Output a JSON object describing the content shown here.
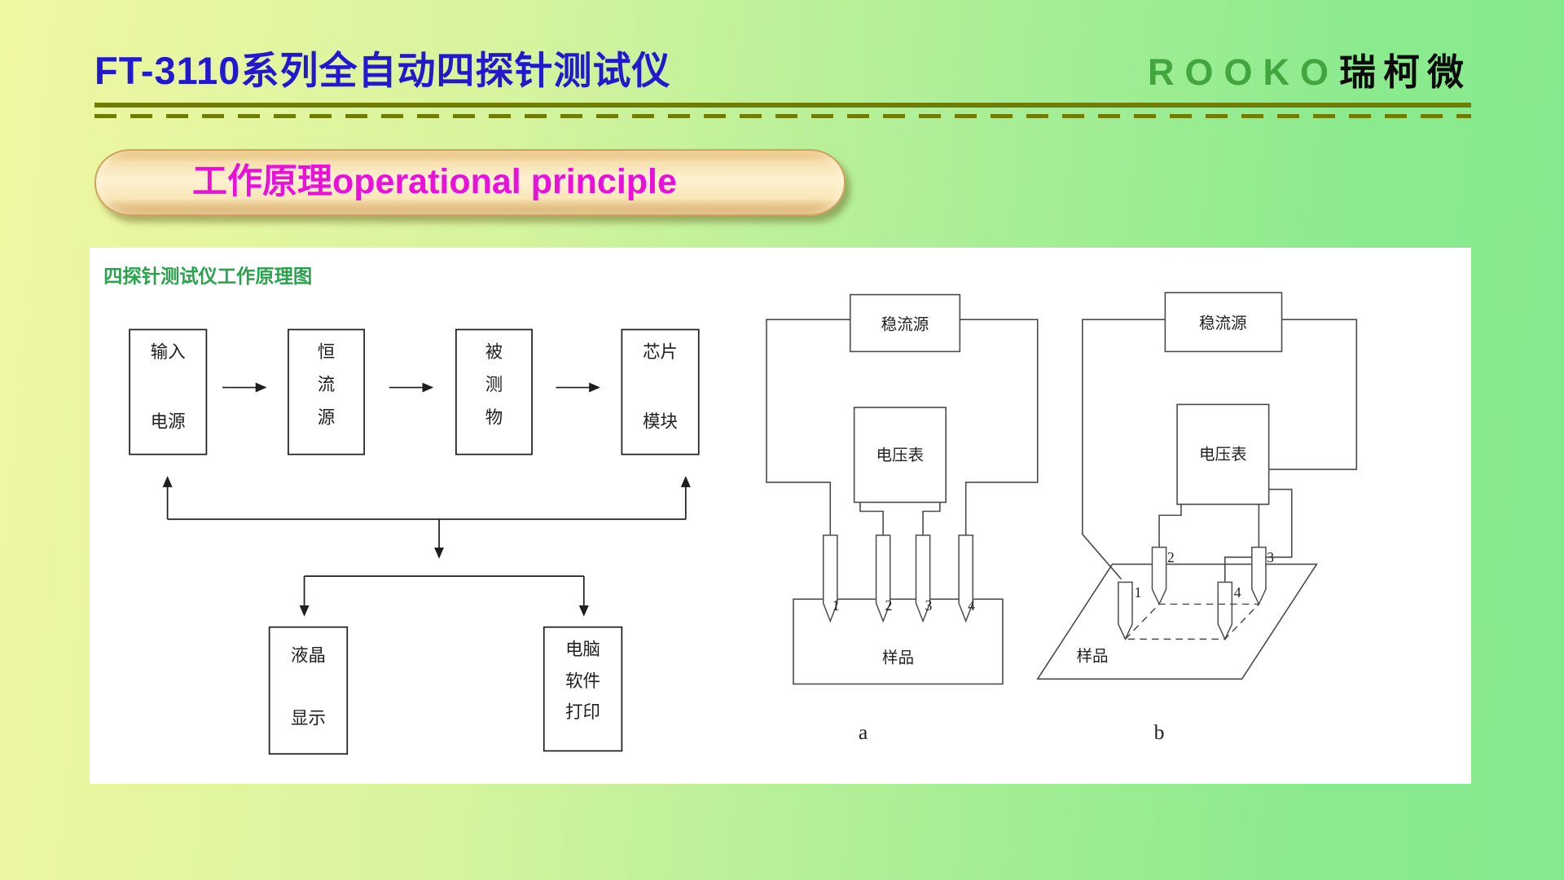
{
  "header": {
    "title": "FT-3110系列全自动四探针测试仪",
    "brand_green": "ROOKO",
    "brand_black": "瑞柯微"
  },
  "banner": {
    "label": "工作原理operational principle"
  },
  "flowchart": {
    "title": "四探针测试仪工作原理图",
    "box1": [
      "输入",
      "电源"
    ],
    "box2": [
      "恒",
      "流",
      "源"
    ],
    "box3": [
      "被",
      "测",
      "物"
    ],
    "box4": [
      "芯片",
      "模块"
    ],
    "box5": [
      "液晶",
      "显示"
    ],
    "box6": [
      "电脑",
      "软件",
      "打印"
    ]
  },
  "circuit_a": {
    "current_source": "稳流源",
    "voltmeter": "电压表",
    "probes": [
      "1",
      "2",
      "3",
      "4"
    ],
    "sample": "样品",
    "caption": "a"
  },
  "circuit_b": {
    "current_source": "稳流源",
    "voltmeter": "电压表",
    "probes": [
      "1",
      "2",
      "3",
      "4"
    ],
    "sample": "样品",
    "caption": "b"
  },
  "colors": {
    "title-blue": "#2218cf",
    "brand-green": "#42a53e",
    "divider-olive": "#6f7d06",
    "banner-magenta": "#ea10dc",
    "flow-green": "#2aa14c",
    "ink": "#1e1e1e",
    "circuit-ink": "#4a4a4a"
  }
}
